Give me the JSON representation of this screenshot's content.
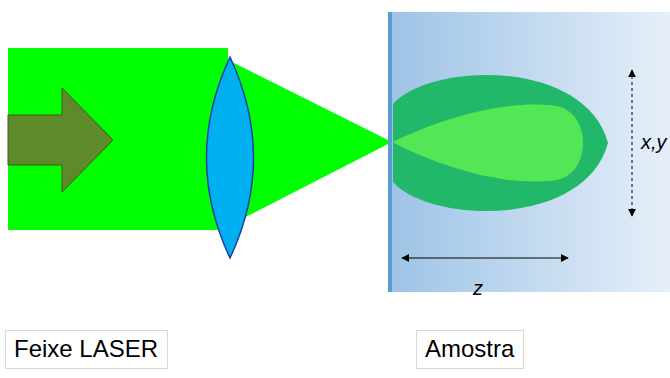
{
  "diagram": {
    "nodes": [
      {
        "text": [
          "Feixe LASER"
        ]
      },
      {
        "text": [
          "Amostra"
        ]
      }
    ],
    "edges": [],
    "labels": [
      "z",
      "x,y"
    ]
  }
}
